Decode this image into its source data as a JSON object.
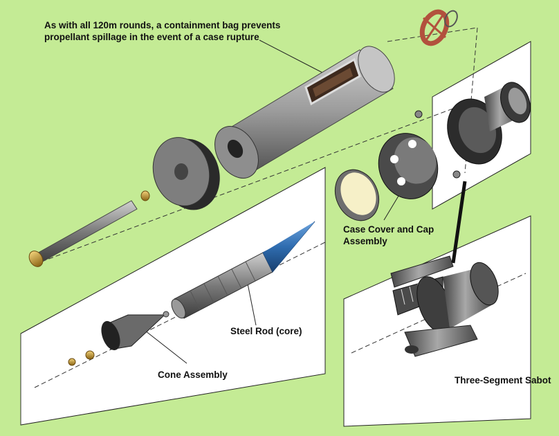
{
  "labels": {
    "containment_line1": "As with all 120m rounds, a containment bag prevents",
    "containment_line2": "propellant spillage in the event of a case rupture",
    "case_cover_line1": "Case Cover and Cap",
    "case_cover_line2": "Assembly",
    "steel_rod": "Steel Rod (core)",
    "cone_assembly": "Cone Assembly",
    "sabot": "Three-Segment Sabot"
  },
  "colors": {
    "background": "#c4eb95",
    "panel": "#ffffff",
    "metal_dark": "#3a3a3a",
    "metal_mid": "#8a8a8a",
    "metal_light": "#b9b9b9",
    "penetrator_blue": "#2f6db0",
    "brass": "#c99a2e",
    "ring_red": "#b2513d"
  }
}
